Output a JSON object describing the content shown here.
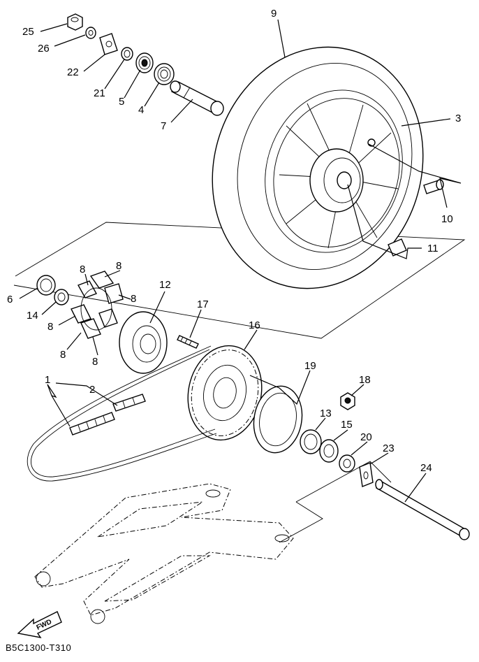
{
  "diagram": {
    "callouts": {
      "c25": "25",
      "c26": "26",
      "c22": "22",
      "c21": "21",
      "c5": "5",
      "c4": "4",
      "c7": "7",
      "c9": "9",
      "c3": "3",
      "c10": "10",
      "c11": "11",
      "c6": "6",
      "c14": "14",
      "c8a": "8",
      "c8b": "8",
      "c8c": "8",
      "c8d": "8",
      "c8e": "8",
      "c8f": "8",
      "c12": "12",
      "c17": "17",
      "c16": "16",
      "c1": "1",
      "c2": "2",
      "c19": "19",
      "c18": "18",
      "c13": "13",
      "c15": "15",
      "c20": "20",
      "c23": "23",
      "c24": "24"
    },
    "fwd_label": "FWD",
    "drawing_code": "B5C1300-T310"
  }
}
